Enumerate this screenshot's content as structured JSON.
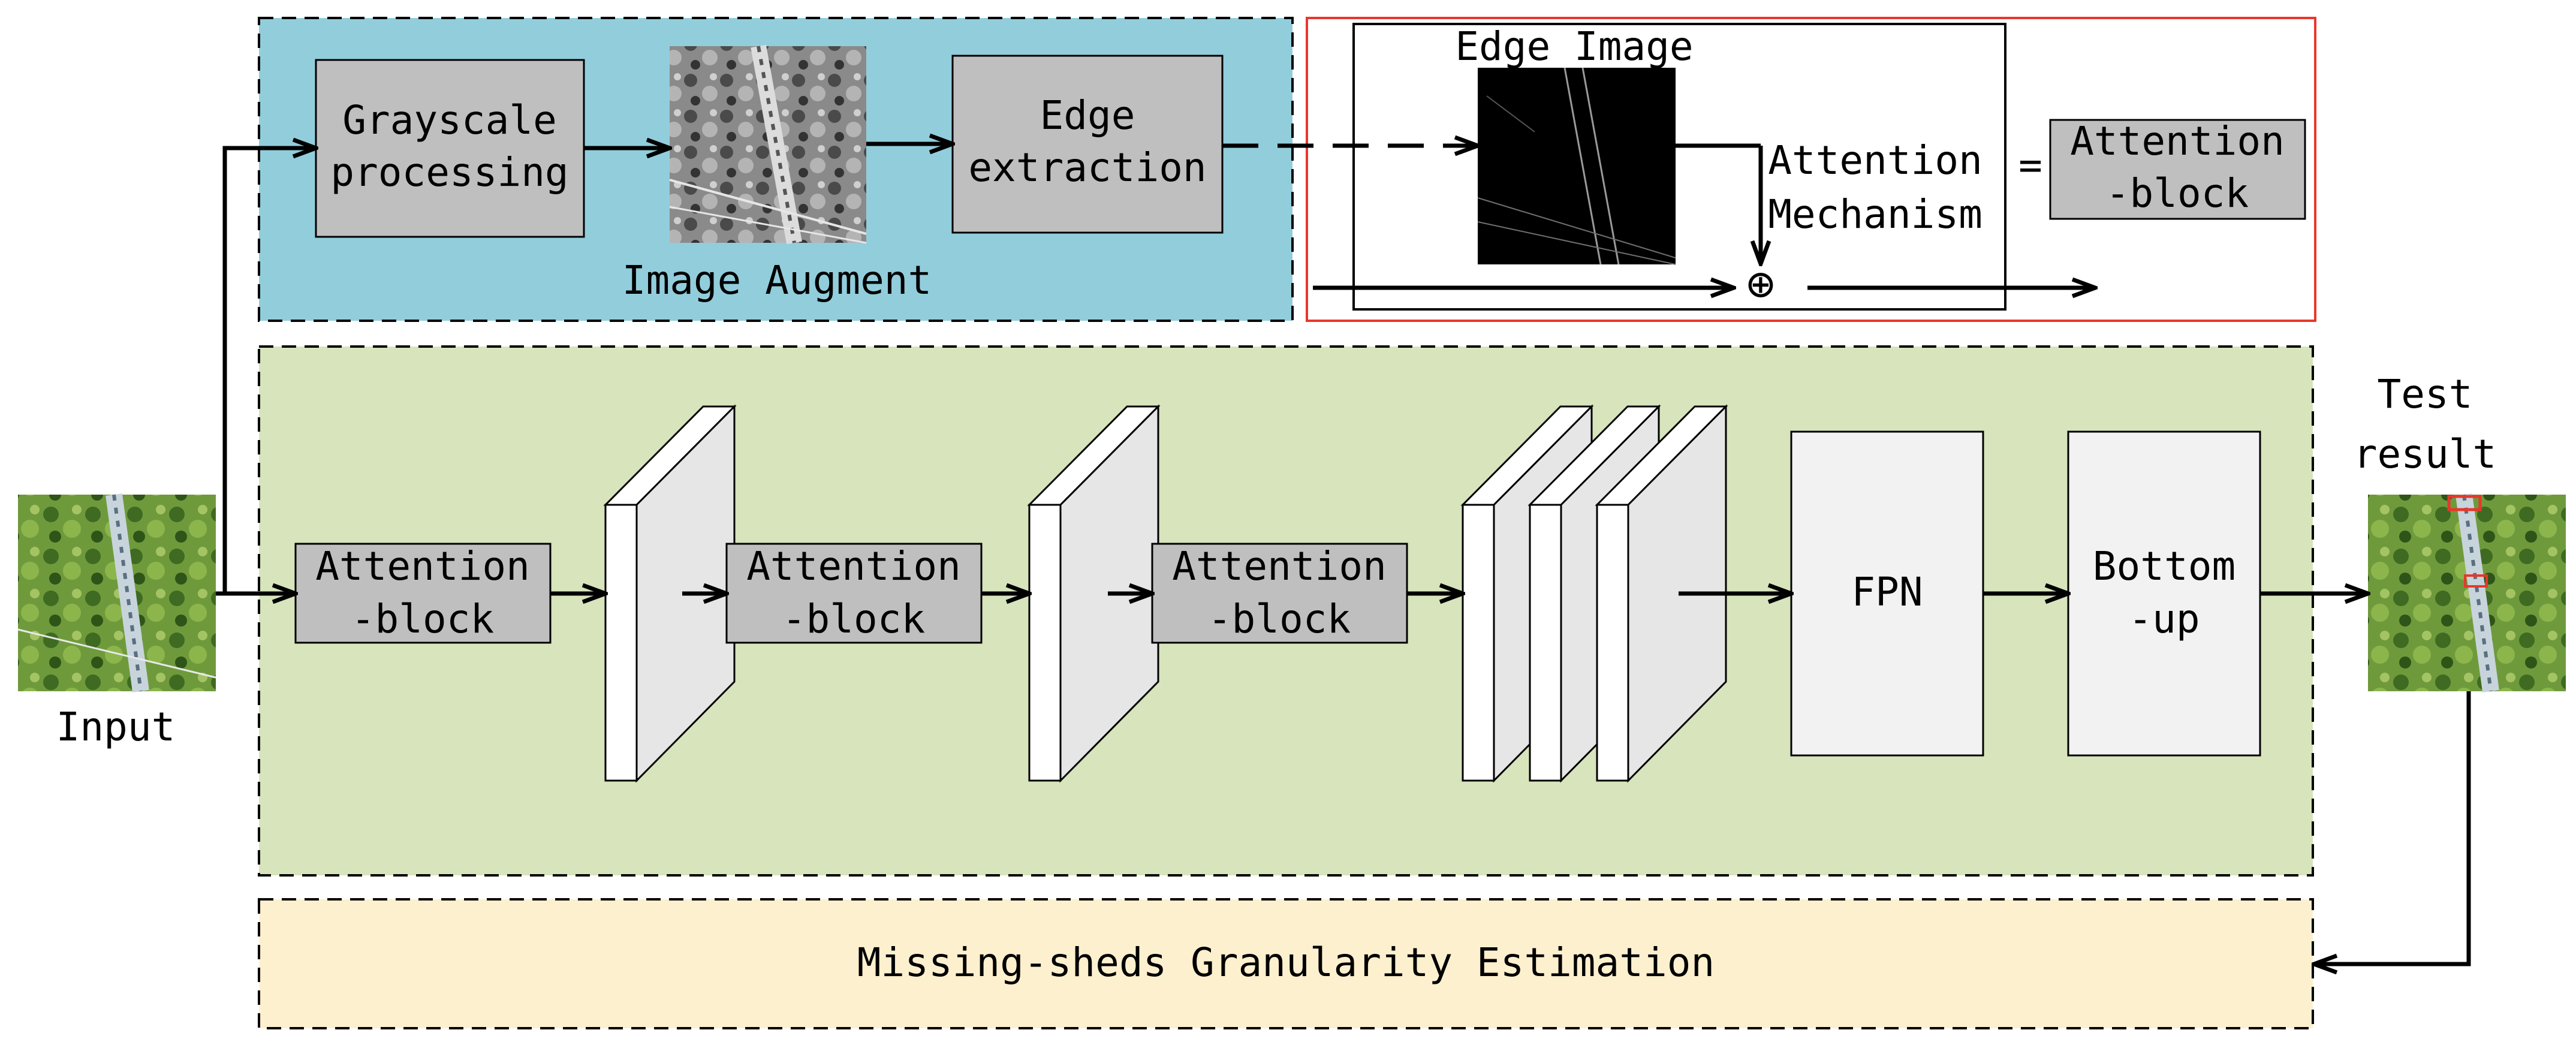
{
  "image_augment": {
    "step1": [
      "Grayscale",
      "processing"
    ],
    "step2": [
      "Edge",
      "extraction"
    ],
    "caption": "Image Augment"
  },
  "attention_module": {
    "edge_image_label": "Edge Image",
    "mechanism": [
      "Attention",
      "Mechanism"
    ],
    "plus_symbol": "⊕",
    "equals_symbol": "=",
    "block_label": [
      "Attention",
      "-block"
    ]
  },
  "backbone": {
    "attention_blocks": [
      [
        "Attention",
        "-block"
      ],
      [
        "Attention",
        "-block"
      ],
      [
        "Attention",
        "-block"
      ]
    ],
    "fpn": "FPN",
    "bottom_up": [
      "Bottom",
      "-up"
    ]
  },
  "input_label": "Input",
  "result_label": [
    "Test",
    "result"
  ],
  "estimation_label": "Missing-sheds Granularity Estimation",
  "colors": {
    "augment_bg": "#92cddc",
    "backbone_bg": "#d7e4bc",
    "estimation_bg": "#fdf0ce",
    "block_gray": "#bfbfbf",
    "attention_border": "#e8372c"
  }
}
